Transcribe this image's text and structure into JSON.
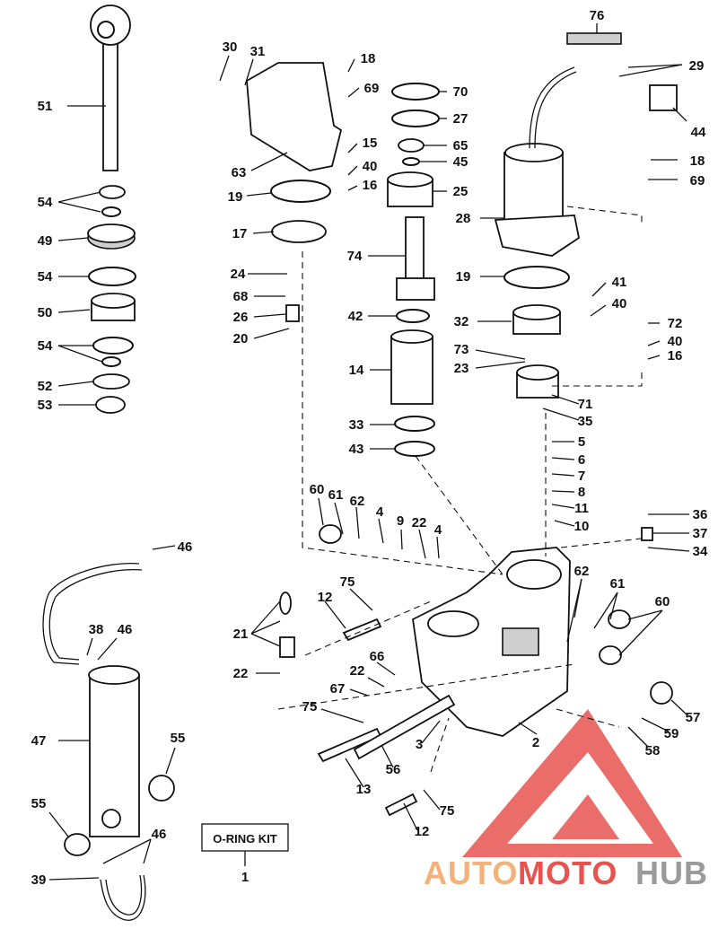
{
  "diagram": {
    "kit_box_label": "O-RING KIT",
    "watermark": {
      "part1": "AUTO",
      "part2": "MOTO",
      "part3": "HUB",
      "color_orange": "#f2b27a",
      "color_red": "#e8534f",
      "color_grey": "#9a9a9a"
    },
    "callouts": [
      "76",
      "29",
      "44",
      "18",
      "69",
      "28",
      "19",
      "41",
      "40",
      "32",
      "72",
      "40",
      "16",
      "73",
      "23",
      "71",
      "35",
      "5",
      "6",
      "7",
      "8",
      "11",
      "10",
      "36",
      "37",
      "34",
      "60",
      "61",
      "62",
      "57",
      "59",
      "58",
      "2",
      "30",
      "31",
      "18",
      "69",
      "70",
      "27",
      "65",
      "15",
      "45",
      "40",
      "16",
      "25",
      "63",
      "19",
      "17",
      "74",
      "24",
      "68",
      "26",
      "20",
      "42",
      "14",
      "33",
      "43",
      "51",
      "54",
      "49",
      "54",
      "50",
      "54",
      "52",
      "53",
      "60",
      "61",
      "62",
      "4",
      "9",
      "22",
      "4",
      "75",
      "12",
      "21",
      "22",
      "66",
      "67",
      "22",
      "75",
      "3",
      "56",
      "13",
      "75",
      "12",
      "46",
      "38",
      "46",
      "47",
      "55",
      "55",
      "46",
      "39",
      "1"
    ]
  }
}
